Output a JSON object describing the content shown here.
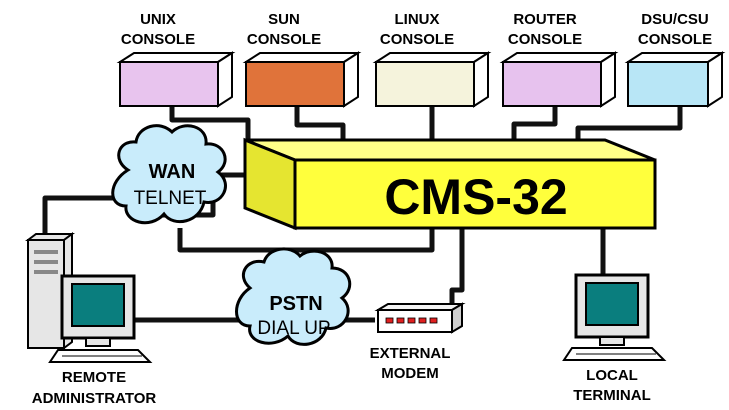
{
  "consoles": [
    {
      "line1": "UNIX",
      "line2": "CONSOLE",
      "color": "#e8c4ee"
    },
    {
      "line1": "SUN",
      "line2": "CONSOLE",
      "color": "#e0733a"
    },
    {
      "line1": "LINUX",
      "line2": "CONSOLE",
      "color": "#f5f3dc"
    },
    {
      "line1": "ROUTER",
      "line2": "CONSOLE",
      "color": "#e7c2ee"
    },
    {
      "line1": "DSU/CSU",
      "line2": "CONSOLE",
      "color": "#b8e6f6"
    }
  ],
  "hub": {
    "label": "CMS-32",
    "color": "#ffff3c"
  },
  "wan": {
    "title": "WAN",
    "subtitle": "TELNET"
  },
  "pstn": {
    "title": "PSTN",
    "subtitle": "DIAL UP"
  },
  "modem": {
    "line1": "EXTERNAL",
    "line2": "MODEM",
    "led_color": "#e02020"
  },
  "remote": {
    "line1": "REMOTE",
    "line2": "ADMINISTRATOR"
  },
  "local": {
    "line1": "LOCAL",
    "line2": "TERMINAL"
  },
  "colors": {
    "cloud": "#c9ecfb",
    "screen": "#0a7e7e",
    "cable": "#111111",
    "pc": "#e6e6e6"
  }
}
